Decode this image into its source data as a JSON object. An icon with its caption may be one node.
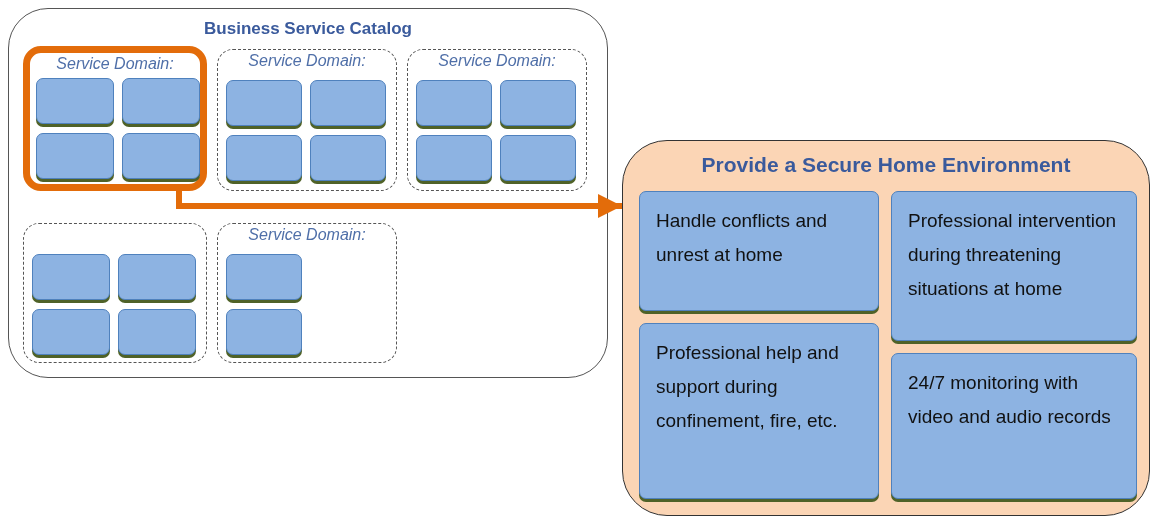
{
  "diagram": {
    "nodes": [
      {
        "text": [
          "Business Service Catalog"
        ]
      },
      {
        "text": [
          "Service Domain:"
        ],
        "in": 0
      },
      {
        "text": [],
        "shape": "box",
        "in": 1
      },
      {
        "text": [],
        "shape": "box",
        "in": 1
      },
      {
        "text": [],
        "shape": "box",
        "in": 1
      },
      {
        "text": [],
        "shape": "box",
        "in": 1
      },
      {
        "text": [
          "Service Domain:"
        ],
        "in": 0
      },
      {
        "text": [],
        "shape": "box",
        "in": 6
      },
      {
        "text": [],
        "shape": "box",
        "in": 6
      },
      {
        "text": [],
        "shape": "box",
        "in": 6
      },
      {
        "text": [],
        "shape": "box",
        "in": 6
      },
      {
        "text": [
          "Service Domain:"
        ],
        "in": 0
      },
      {
        "text": [],
        "shape": "box",
        "in": 11
      },
      {
        "text": [],
        "shape": "box",
        "in": 11
      },
      {
        "text": [],
        "shape": "box",
        "in": 11
      },
      {
        "text": [],
        "shape": "box",
        "in": 11
      },
      {
        "text": [],
        "shape": "box",
        "in": 0
      },
      {
        "text": [],
        "shape": "box",
        "in": 16
      },
      {
        "text": [],
        "shape": "box",
        "in": 16
      },
      {
        "text": [],
        "shape": "box",
        "in": 16
      },
      {
        "text": [],
        "shape": "box",
        "in": 16
      },
      {
        "text": [
          "Service Domain:"
        ],
        "in": 0
      },
      {
        "text": [],
        "shape": "box",
        "in": 21
      },
      {
        "text": [],
        "shape": "box",
        "in": 21
      },
      {
        "text": [
          "Provide a Secure Home Environment"
        ]
      },
      {
        "text": [
          "Handle conflicts and unrest at home"
        ],
        "in": 24
      },
      {
        "text": [
          "Professional intervention during threatening situations at home"
        ],
        "in": 24
      },
      {
        "text": [
          "Professional help and support during confinement, fire, etc."
        ],
        "in": 24
      },
      {
        "text": [
          "24/7 monitoring with video and audio records"
        ],
        "in": 24
      }
    ],
    "edges": [
      {
        "from": 1,
        "to": 24,
        "arrow": "to",
        "color": "#e36c0a"
      }
    ]
  }
}
